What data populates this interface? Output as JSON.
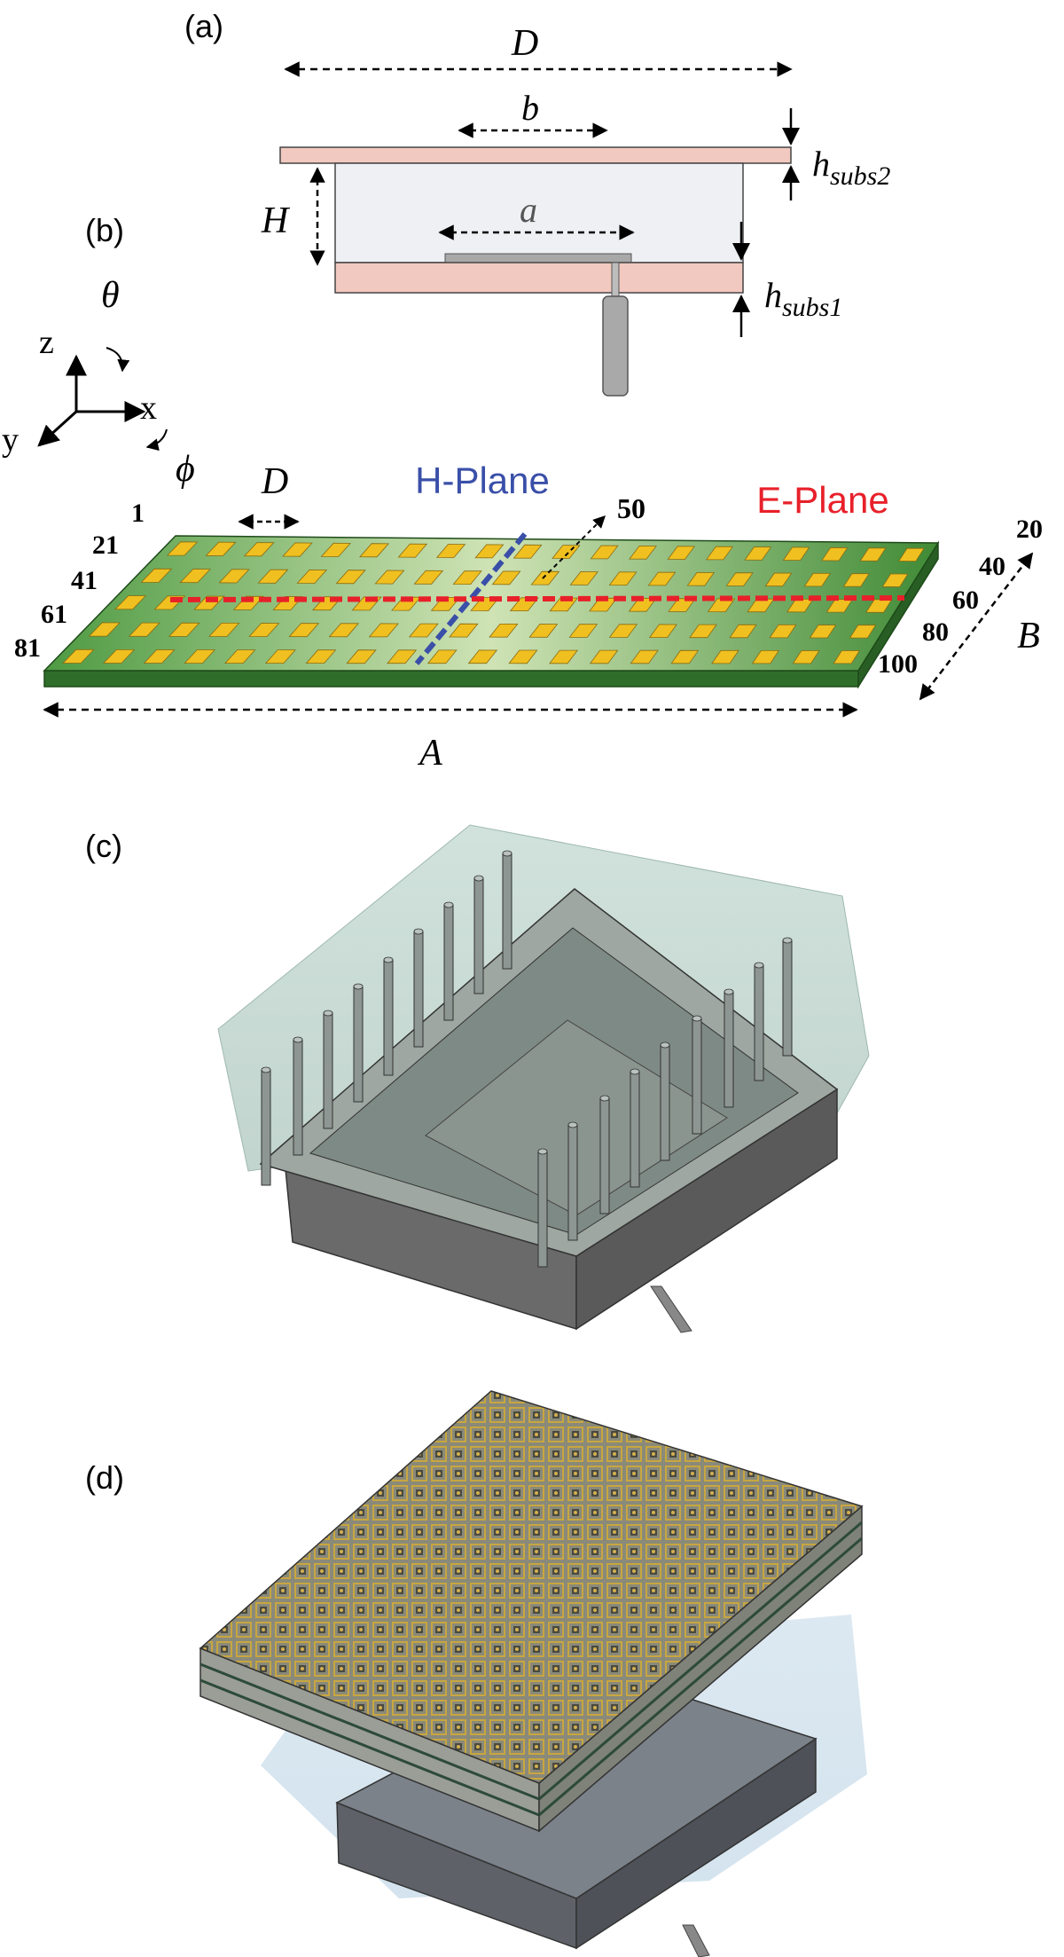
{
  "panels": {
    "a": {
      "label": "(a)",
      "dims": {
        "D": "D",
        "b": "b",
        "H": "H",
        "a": "a",
        "h_subs2_base": "h",
        "h_subs2_sub": "subs2",
        "h_subs1_base": "h",
        "h_subs1_sub": "subs1"
      }
    },
    "b": {
      "label": "(b)",
      "axes": {
        "z": "z",
        "x": "x",
        "y": "y",
        "theta": "θ",
        "phi": "ϕ"
      },
      "dims": {
        "D": "D",
        "A": "A",
        "B": "B"
      },
      "planes": {
        "h_plane": "H-Plane",
        "e_plane": "E-Plane"
      },
      "element_indices_left": [
        "1",
        "21",
        "41",
        "61",
        "81"
      ],
      "element_indices_right": [
        "20",
        "40",
        "60",
        "80",
        "100"
      ],
      "element_index_top": "50",
      "array": {
        "rows": 5,
        "columns": 20
      }
    },
    "c": {
      "label": "(c)"
    },
    "d": {
      "label": "(d)"
    }
  },
  "colors": {
    "substrate": "#f2c9c0",
    "pcb_green": "#3f8a35",
    "patch_gold": "#f0c020",
    "h_plane": "#3a4fa8",
    "e_plane": "#e8202a",
    "metal_gray": "#6f6f6f"
  }
}
